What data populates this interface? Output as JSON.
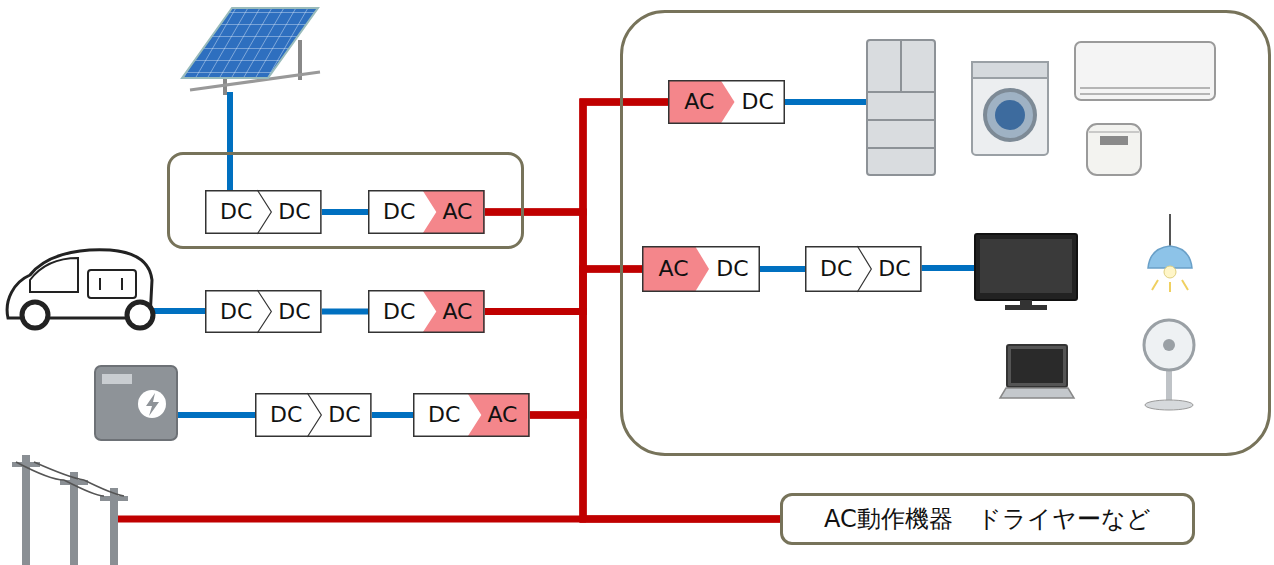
{
  "diagram": {
    "nodes": [
      {
        "text": []
      },
      {
        "text": [
          "DC",
          "DC"
        ],
        "in": 0
      },
      {
        "text": [
          "DC",
          "AC"
        ],
        "in": 0
      },
      {
        "text": []
      },
      {
        "text": [
          "AC",
          "DC"
        ],
        "in": 3
      },
      {
        "text": [
          "AC",
          "DC"
        ],
        "in": 3
      },
      {
        "text": [
          "DC",
          "DC"
        ],
        "in": 3
      },
      {
        "text": [
          "DC",
          "DC"
        ]
      },
      {
        "text": [
          "DC",
          "AC"
        ]
      },
      {
        "text": [
          "DC",
          "DC"
        ]
      },
      {
        "text": [
          "DC",
          "AC"
        ]
      },
      {
        "text": [
          "AC動作機器　ドライヤーなど"
        ]
      }
    ],
    "edges": [
      {
        "from": 1,
        "to": 2,
        "arrow": "none"
      },
      {
        "from": 7,
        "to": 8,
        "arrow": "none"
      },
      {
        "from": 9,
        "to": 10,
        "arrow": "none"
      },
      {
        "from": 5,
        "to": 6,
        "arrow": "none"
      },
      {
        "from": 2,
        "to": 4,
        "arrow": "none"
      },
      {
        "from": 2,
        "to": 5,
        "arrow": "none"
      },
      {
        "from": 2,
        "to": 11,
        "arrow": "none"
      },
      {
        "from": 8,
        "to": 4,
        "arrow": "none"
      },
      {
        "from": 8,
        "to": 5,
        "arrow": "none"
      },
      {
        "from": 8,
        "to": 11,
        "arrow": "none"
      },
      {
        "from": 10,
        "to": 4,
        "arrow": "none"
      },
      {
        "from": 10,
        "to": 5,
        "arrow": "none"
      },
      {
        "from": 10,
        "to": 11,
        "arrow": "none"
      }
    ]
  }
}
